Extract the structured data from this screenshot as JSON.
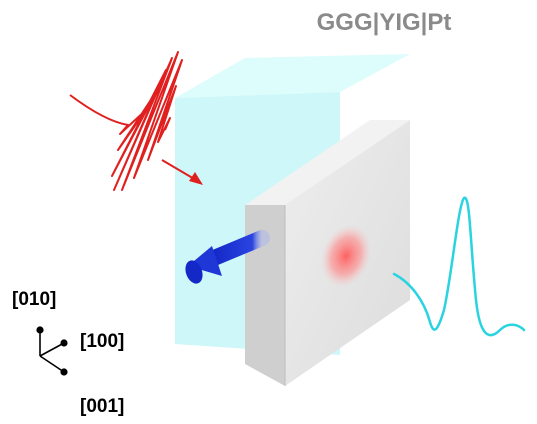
{
  "title": "GGG|YIG|Pt",
  "axes": {
    "label_010": "[010]",
    "label_100": "[100]",
    "label_001": "[001]"
  },
  "colors": {
    "title": "#8a8a8a",
    "pulse": "#e0201f",
    "arrow": "#1f37d6",
    "emission": "#2ad3e0",
    "ggg_layer": "#c6f6f8",
    "pt_face": "#e4e4e4",
    "pt_side": "#c9c9c9",
    "spot": "#ff6f6f",
    "text": "#000000"
  },
  "icons": {
    "pulse": "laser-pulse-icon",
    "arrow": "spin-current-arrow-icon",
    "emission": "thz-emission-icon",
    "axes": "crystal-axes-icon"
  }
}
